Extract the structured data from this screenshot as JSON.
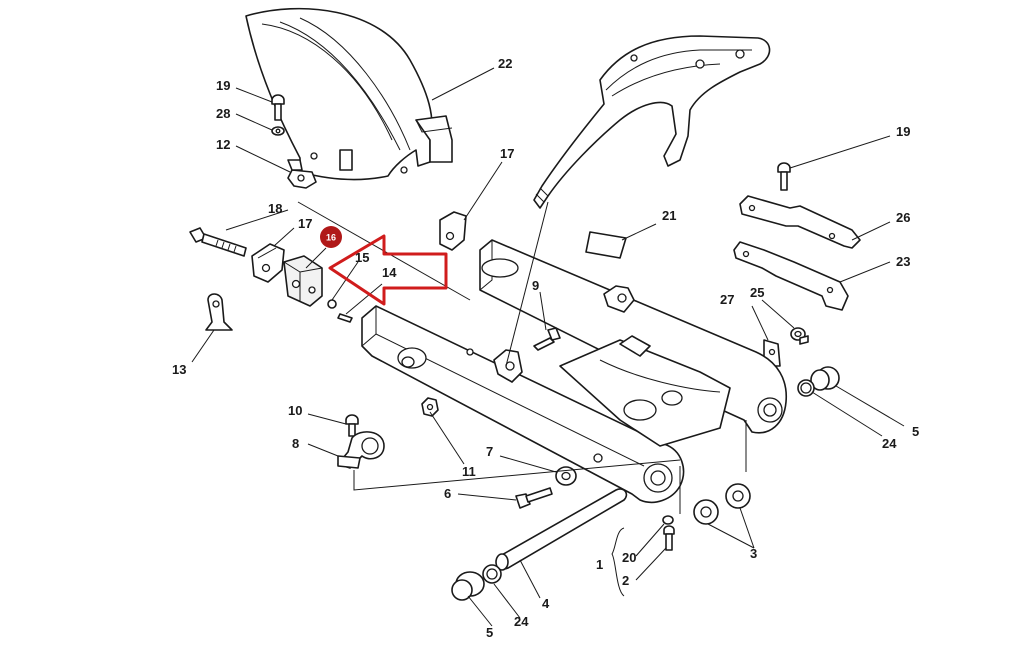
{
  "callouts": {
    "c1": "1",
    "c2": "2",
    "c3": "3",
    "c4": "4",
    "c5a": "5",
    "c5b": "5",
    "c6": "6",
    "c7": "7",
    "c8": "8",
    "c9": "9",
    "c10": "10",
    "c11": "11",
    "c12": "12",
    "c13": "13",
    "c14": "14",
    "c15": "15",
    "c16": "16",
    "c17a": "17",
    "c17b": "17",
    "c18": "18",
    "c19a": "19",
    "c19b": "19",
    "c20": "20",
    "c21": "21",
    "c22": "22",
    "c23": "23",
    "c24a": "24",
    "c24b": "24",
    "c25": "25",
    "c26": "26",
    "c27": "27",
    "c28": "28"
  },
  "colors": {
    "highlight": "#d01c1c",
    "badge": "#b01818",
    "line": "#1a1a1a"
  },
  "icons": {
    "highlight_arrow": "arrow-left-icon"
  }
}
